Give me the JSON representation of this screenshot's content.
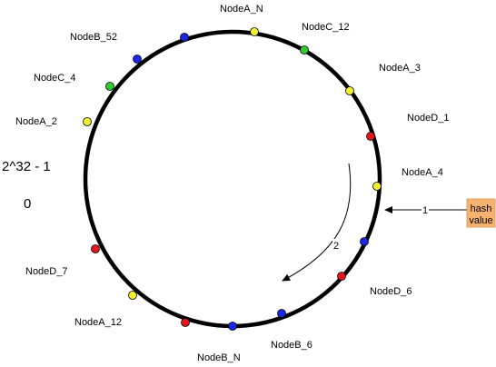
{
  "range": {
    "max_label": "2^32 - 1",
    "min_label": "0"
  },
  "hash_box": {
    "line1": "hash",
    "line2": "value",
    "fill": "#f7b26f",
    "stroke": "#e0a062"
  },
  "arrows": {
    "arrow1_label": "1",
    "arrow2_label": "2"
  },
  "colors": {
    "ring": "#000000",
    "yellow": "#f2ef33",
    "red": "#e5161c",
    "green": "#30cc30",
    "blue": "#1a28e6"
  },
  "nodes": [
    {
      "id": "node-a-n",
      "label": "NodeA_N",
      "color": "yellow"
    },
    {
      "id": "node-c-12",
      "label": "NodeC_12",
      "color": "green"
    },
    {
      "id": "node-a-3",
      "label": "NodeA_3",
      "color": "yellow"
    },
    {
      "id": "node-d-1",
      "label": "NodeD_1",
      "color": "red"
    },
    {
      "id": "node-a-4",
      "label": "NodeA_4",
      "color": "yellow"
    },
    {
      "id": "node-b-blue-1",
      "label": "",
      "color": "blue"
    },
    {
      "id": "node-d-6",
      "label": "NodeD_6",
      "color": "red"
    },
    {
      "id": "node-b-6",
      "label": "NodeB_6",
      "color": "blue"
    },
    {
      "id": "node-b-n",
      "label": "NodeB_N",
      "color": "blue"
    },
    {
      "id": "node-red-bottom",
      "label": "",
      "color": "red"
    },
    {
      "id": "node-a-12",
      "label": "NodeA_12",
      "color": "yellow"
    },
    {
      "id": "node-d-7",
      "label": "NodeD_7",
      "color": "red"
    },
    {
      "id": "node-a-2",
      "label": "NodeA_2",
      "color": "yellow"
    },
    {
      "id": "node-c-4",
      "label": "NodeC_4",
      "color": "green"
    },
    {
      "id": "node-b-52",
      "label": "NodeB_52",
      "color": "blue"
    },
    {
      "id": "node-b-top",
      "label": "",
      "color": "blue"
    }
  ]
}
